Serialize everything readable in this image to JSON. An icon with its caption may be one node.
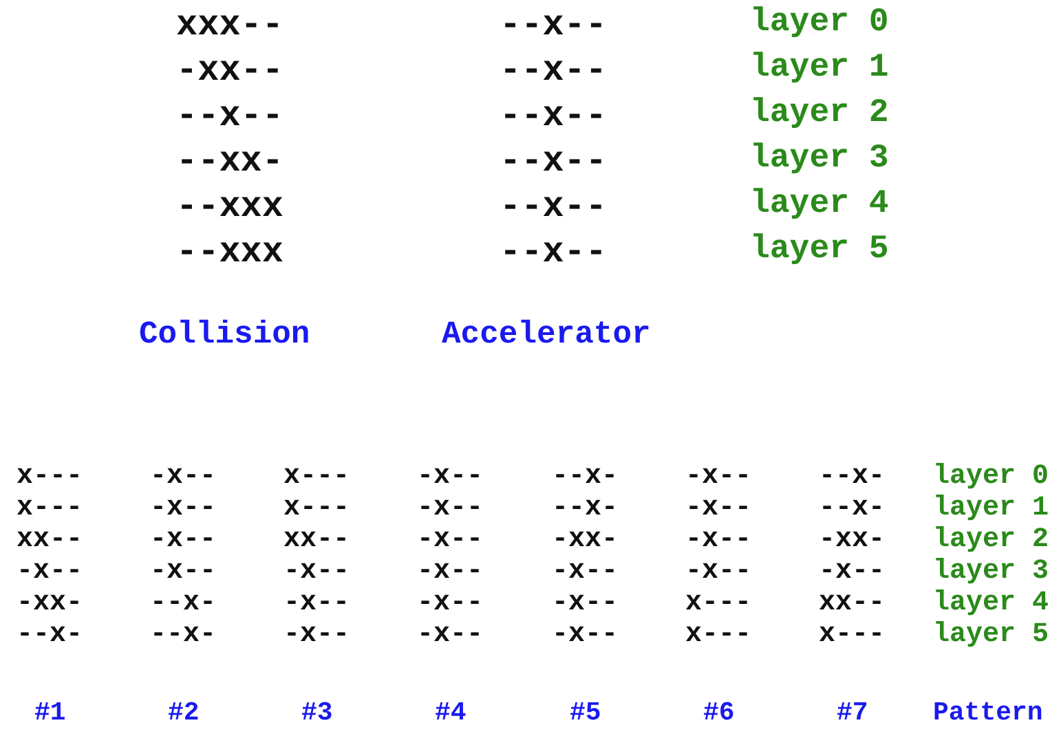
{
  "diagram": {
    "labels": [
      "xxx--",
      "--x--",
      "layer 0",
      "-xx--",
      "--x--",
      "layer 1",
      "--x--",
      "--x--",
      "layer 2",
      "--xx-",
      "--x--",
      "layer 3",
      "--xxx",
      "--x--",
      "layer 4",
      "--xxx",
      "--x--",
      "layer 5",
      "Collision",
      "Accelerator",
      "x---",
      "-x--",
      "x---",
      "-x--",
      "--x-",
      "-x--",
      "--x-",
      "layer 0",
      "x---",
      "-x--",
      "x---",
      "-x--",
      "--x-",
      "-x--",
      "--x-",
      "layer 1",
      "xx--",
      "-x--",
      "xx--",
      "-x--",
      "-xx-",
      "-x--",
      "-xx-",
      "layer 2",
      "-x--",
      "-x--",
      "-x--",
      "-x--",
      "-x--",
      "-x--",
      "-x--",
      "layer 3",
      "-xx-",
      "--x-",
      "-x--",
      "-x--",
      "-x--",
      "x---",
      "xx--",
      "layer 4",
      "--x-",
      "--x-",
      "-x--",
      "-x--",
      "-x--",
      "x---",
      "x---",
      "layer 5",
      "#1",
      "#2",
      "#3",
      "#4",
      "#5",
      "#6",
      "#7",
      "Pattern"
    ]
  }
}
